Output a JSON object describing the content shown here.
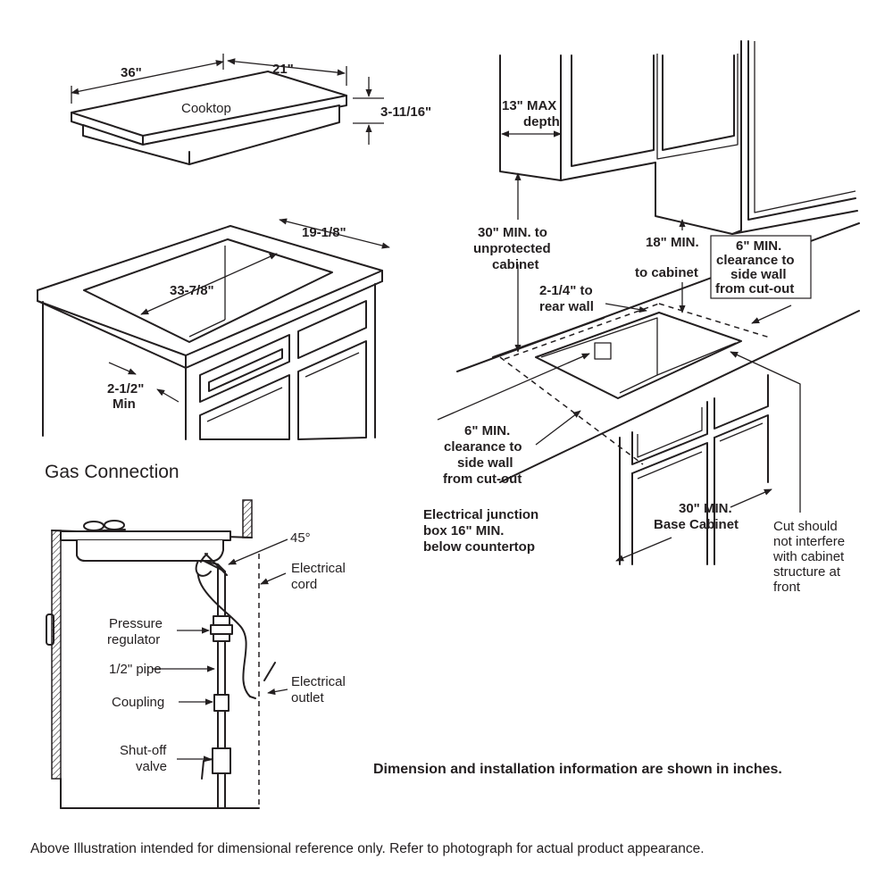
{
  "cooktop": {
    "label": "Cooktop",
    "dim_width": "36\"",
    "dim_depth": "21\"",
    "dim_height": "3-11/16\""
  },
  "cutout": {
    "dim_width": "33-7/8\"",
    "dim_depth": "19-1/8\"",
    "dim_front_line1": "2-1/2\"",
    "dim_front_line2": "Min"
  },
  "gas_connection": {
    "title": "Gas Connection",
    "angle": "45°",
    "electrical_cord_line1": "Electrical",
    "electrical_cord_line2": "cord",
    "pressure_regulator_line1": "Pressure",
    "pressure_regulator_line2": "regulator",
    "pipe": "1/2\" pipe",
    "coupling": "Coupling",
    "shutoff_line1": "Shut-off",
    "shutoff_line2": "valve",
    "outlet_line1": "Electrical",
    "outlet_line2": "outlet"
  },
  "installation": {
    "max_depth_line1": "13\" MAX",
    "max_depth_line2": "depth",
    "unprotected_line1": "30\" MIN. to",
    "unprotected_line2": "unprotected",
    "unprotected_line3": "cabinet",
    "to_cabinet_line1": "18\" MIN.",
    "to_cabinet_line2": "to cabinet",
    "side_right_line1": "6\" MIN.",
    "side_right_line2": "clearance to",
    "side_right_line3": "side wall",
    "side_right_line4": "from cut-out",
    "rear_wall_line1": "2-1/4\" to",
    "rear_wall_line2": "rear wall",
    "side_left_line1": "6\" MIN.",
    "side_left_line2": "clearance to",
    "side_left_line3": "side wall",
    "side_left_line4": "from cut-out",
    "junction_line1": "Electrical junction",
    "junction_line2": "box 16\" MIN.",
    "junction_line3": "below countertop",
    "base_line1": "30\" MIN.",
    "base_line2": "Base Cabinet",
    "cut_line1": "Cut should",
    "cut_line2": "not interfere",
    "cut_line3": "with cabinet",
    "cut_line4": "structure at",
    "cut_line5": "front"
  },
  "notes": {
    "units": "Dimension and installation information are shown in inches.",
    "footer": "Above Illustration intended for dimensional reference only. Refer to photograph for actual product appearance."
  }
}
